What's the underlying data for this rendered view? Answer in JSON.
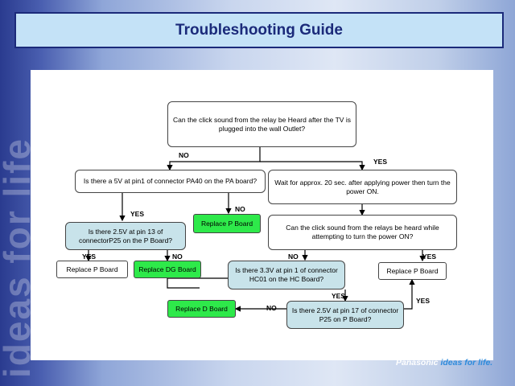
{
  "title": "Troubleshooting Guide",
  "watermark": "ideas for life",
  "brand": {
    "name": "Panasonic",
    "tagline": "ideas for life."
  },
  "nodes": {
    "q_click_sound": "Can the click sound from the relay be Heard after the TV is plugged into the wall Outlet?",
    "q_5v_pa40": "Is there a 5V at pin1 of connector PA40 on the PA board?",
    "wait_power_on": "Wait for approx. 20 sec. after applying power then turn the power ON.",
    "replace_p_board_1": "Replace P Board",
    "q_2v5_p25": "Is there 2.5V at pin 13 of connectorP25 on the P Board?",
    "q_click_relays": "Can the click sound from the relays be heard while attempting to turn the power ON?",
    "replace_p_board_2": "Replace P Board",
    "replace_dg_board": "Replace DG Board",
    "q_3v3_hc01": "Is there 3.3V at pin 1 of connector HC01 on the HC Board?",
    "replace_p_board_3": "Replace P Board",
    "replace_d_board": "Replace D Board",
    "q_2v5_pin17": "Is there 2.5V at pin 17 of connector P25 on P Board?"
  },
  "labels": {
    "no_1": "NO",
    "yes_1": "YES",
    "yes_2": "YES",
    "no_2": "NO",
    "yes_3": "YES",
    "no_3": "NO",
    "no_4": "NO",
    "yes_4": "YES",
    "yes_5": "YES",
    "no_5": "NO",
    "yes_6": "YES"
  },
  "colors": {
    "title_bg": "#c4e2f7",
    "title_text": "#1b2a7a",
    "teal_box": "#c8e3ea",
    "green_box": "#2ee94a"
  }
}
